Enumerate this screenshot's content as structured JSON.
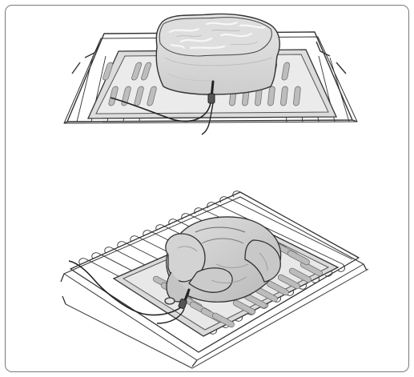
{
  "figure": {
    "panels": [
      {
        "id": "top",
        "subject": "roast-with-probe",
        "icon": "roast-meat-icon"
      },
      {
        "id": "bottom",
        "subject": "poultry-with-probe",
        "icon": "whole-chicken-icon"
      }
    ],
    "colors": {
      "frame": "#7a7a7a",
      "line": "#333333",
      "pan_fill": "#e6e6e6",
      "pan_slot": "#b9b9b9",
      "meat_fill": "#d8d8d8",
      "meat_marbling": "#f5f5f5",
      "chicken_fill": "#cfcfcf",
      "chicken_shade": "#b4b4b4"
    }
  }
}
